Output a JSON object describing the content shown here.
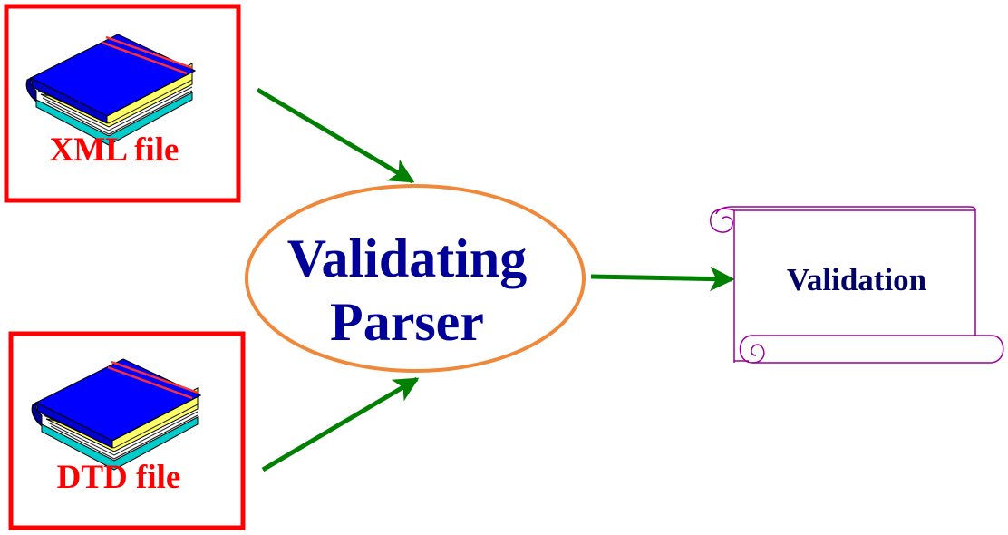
{
  "inputs": {
    "xml_file": {
      "label": "XML file"
    },
    "dtd_file": {
      "label": "DTD file"
    }
  },
  "parser": {
    "line1": "Validating",
    "line2": "Parser"
  },
  "output": {
    "label": "Validation"
  },
  "colors": {
    "input_border": "#ff0000",
    "input_label": "#ff0000",
    "arrow": "#008000",
    "parser_border": "#f0883a",
    "parser_text": "#000099",
    "scroll_border": "#990099",
    "output_text": "#000066",
    "book_cover": "#0000ff",
    "book_stripe": "#ff0000",
    "book_pages": "#ffff66",
    "book_edge": "#00cccc"
  },
  "icons": {
    "xml": "book-icon",
    "dtd": "book-icon",
    "output": "scroll-icon"
  }
}
